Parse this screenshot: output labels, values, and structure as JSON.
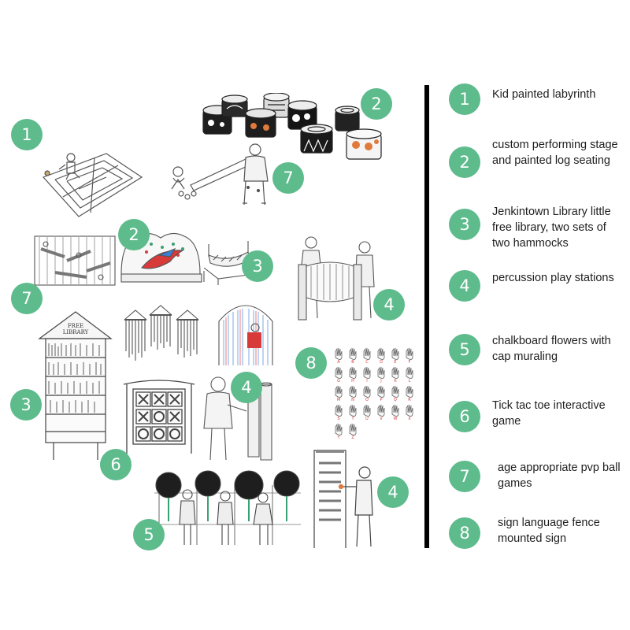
{
  "colors": {
    "badge": "#5dbb8c",
    "ink": "#333333",
    "accent_red": "#d83a3a",
    "accent_orange": "#e07a3c",
    "accent_blue": "#3a7fd8"
  },
  "illustration_badges": [
    "1",
    "2",
    "7",
    "2",
    "3",
    "7",
    "4",
    "8",
    "3",
    "6",
    "4",
    "5",
    "4"
  ],
  "library_sign": "FREE\nLIBRARY",
  "sign_letters": [
    "A",
    "B",
    "C",
    "D",
    "E",
    "F",
    "G",
    "H",
    "I",
    "J",
    "K",
    "L",
    "M",
    "N",
    "O",
    "P",
    "Q",
    "R",
    "S",
    "T",
    "U",
    "V",
    "W",
    "X",
    "Y",
    "Z"
  ],
  "legend": [
    {
      "num": "1",
      "text": "Kid painted labyrinth"
    },
    {
      "num": "2",
      "text": "custom performing stage and painted log seating"
    },
    {
      "num": "3",
      "text": "Jenkintown Library little free library, two sets of two hammocks"
    },
    {
      "num": "4",
      "text": "percussion play stations"
    },
    {
      "num": "5",
      "text": "chalkboard flowers with cap muraling"
    },
    {
      "num": "6",
      "text": "Tick tac toe interactive game"
    },
    {
      "num": "7",
      "text": "age appropriate pvp ball games"
    },
    {
      "num": "8",
      "text": "sign language fence mounted sign"
    }
  ]
}
